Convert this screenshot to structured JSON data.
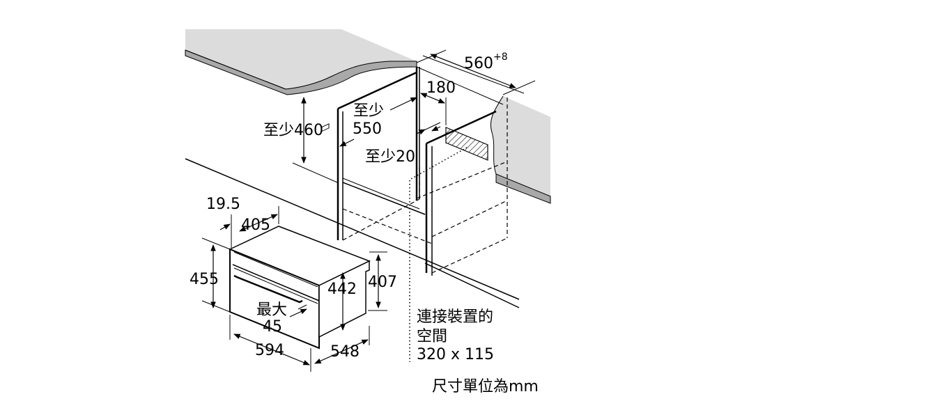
{
  "dimensions": {
    "depth_top": "560",
    "depth_top_sup": "+8",
    "cutout_180": "180",
    "min_460": "至少460",
    "min_550_a": "至少",
    "min_550_b": "550",
    "min_20": "至少20",
    "d_19_5": "19.5",
    "d_405": "405",
    "d_455": "455",
    "d_442": "442",
    "d_407": "407",
    "max_45_a": "最大",
    "max_45_b": "45",
    "d_594": "594",
    "d_548": "548"
  },
  "notes": {
    "connection_line1": "連接裝置的",
    "connection_line2": "空間",
    "connection_line3": "320 x 115",
    "units": "尺寸單位為mm"
  }
}
